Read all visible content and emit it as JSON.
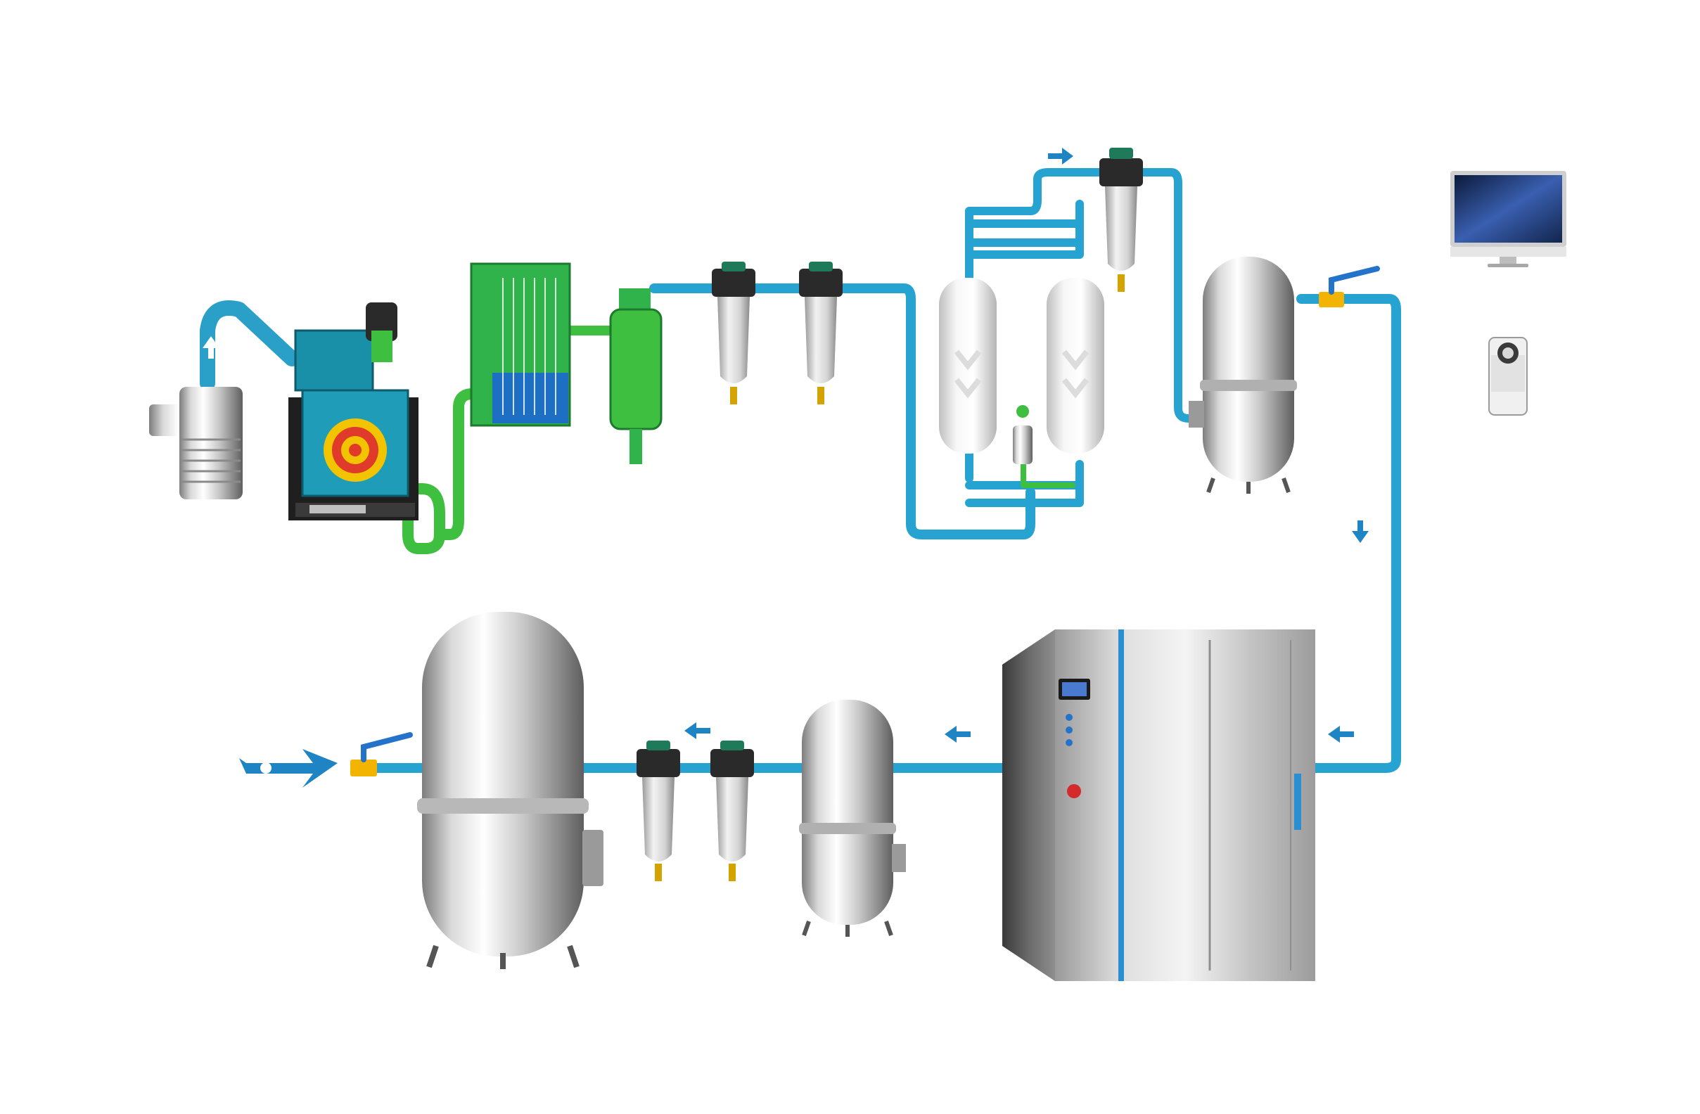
{
  "diagram": {
    "type": "compressed-air system flow",
    "colors": {
      "pipe_blue": "#27a3d2",
      "pipe_blue_dark": "#1a7fa8",
      "pipe_green": "#3fbf3f",
      "compressor_teal": "#1a8fa8",
      "arrow_blue": "#1f84c3",
      "steel_light": "#e8e8e8",
      "steel_dark": "#8c8c8c",
      "valve_yellow": "#f2b400",
      "valve_handle_blue": "#2273c9",
      "filter_head_green": "#1f7a5a"
    },
    "components": [
      {
        "id": "intake-filter",
        "icon": "air-intake-filter"
      },
      {
        "id": "screw-compressor",
        "icon": "compressor-cutaway"
      },
      {
        "id": "aftercooler",
        "icon": "cooler-green"
      },
      {
        "id": "water-separator",
        "icon": "separator-green"
      },
      {
        "id": "line-filter-1",
        "icon": "inline-filter"
      },
      {
        "id": "line-filter-2",
        "icon": "inline-filter"
      },
      {
        "id": "adsorption-dryer-tower-a",
        "icon": "dryer-tower"
      },
      {
        "id": "adsorption-dryer-tower-b",
        "icon": "dryer-tower"
      },
      {
        "id": "dust-filter",
        "icon": "inline-filter"
      },
      {
        "id": "air-receiver-tank",
        "icon": "steel-tank"
      },
      {
        "id": "monitor",
        "icon": "desktop-monitor"
      },
      {
        "id": "remote-device",
        "icon": "handheld-device"
      },
      {
        "id": "generator-cabinet",
        "icon": "stainless-cabinet"
      },
      {
        "id": "buffer-tank",
        "icon": "steel-tank-small"
      },
      {
        "id": "outlet-filter-1",
        "icon": "inline-filter"
      },
      {
        "id": "outlet-filter-2",
        "icon": "inline-filter"
      },
      {
        "id": "storage-tank",
        "icon": "steel-tank-large"
      },
      {
        "id": "outlet-valve",
        "icon": "ball-valve"
      },
      {
        "id": "outlet-arrow",
        "icon": "output-arrow"
      }
    ]
  }
}
